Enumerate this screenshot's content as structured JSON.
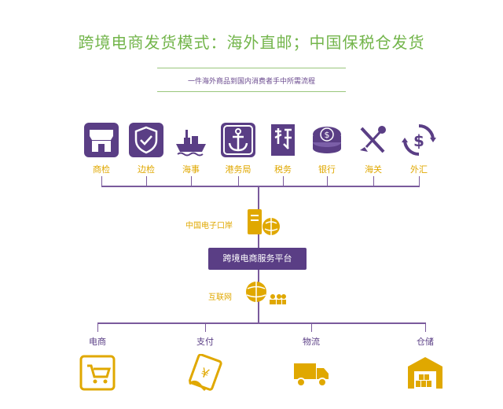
{
  "header": {
    "title": "跨境电商发货模式：海外直邮；中国保税仓发货",
    "subtitle": "一件海外商品到国内消费者手中所需流程"
  },
  "top_agencies": [
    {
      "label": "商检",
      "icon": "storefront-icon"
    },
    {
      "label": "边检",
      "icon": "shield-check-icon"
    },
    {
      "label": "海事",
      "icon": "ship-icon"
    },
    {
      "label": "港务局",
      "icon": "anchor-icon"
    },
    {
      "label": "税务",
      "icon": "tax-seal-icon"
    },
    {
      "label": "银行",
      "icon": "coin-stack-icon"
    },
    {
      "label": "海关",
      "icon": "customs-emblem-icon"
    },
    {
      "label": "外汇",
      "icon": "currency-exchange-icon"
    }
  ],
  "middle": {
    "port_label": "中国电子口岸",
    "platform_label": "跨境电商服务平台",
    "internet_label": "互联网"
  },
  "bottom_items": [
    {
      "label": "电商",
      "icon": "shopping-cart-icon"
    },
    {
      "label": "支付",
      "icon": "payment-card-icon"
    },
    {
      "label": "物流",
      "icon": "delivery-truck-icon"
    },
    {
      "label": "仓储",
      "icon": "warehouse-icon"
    }
  ],
  "colors": {
    "purple": "#5a3e85",
    "gold": "#e0a800",
    "green": "#73b54b"
  }
}
